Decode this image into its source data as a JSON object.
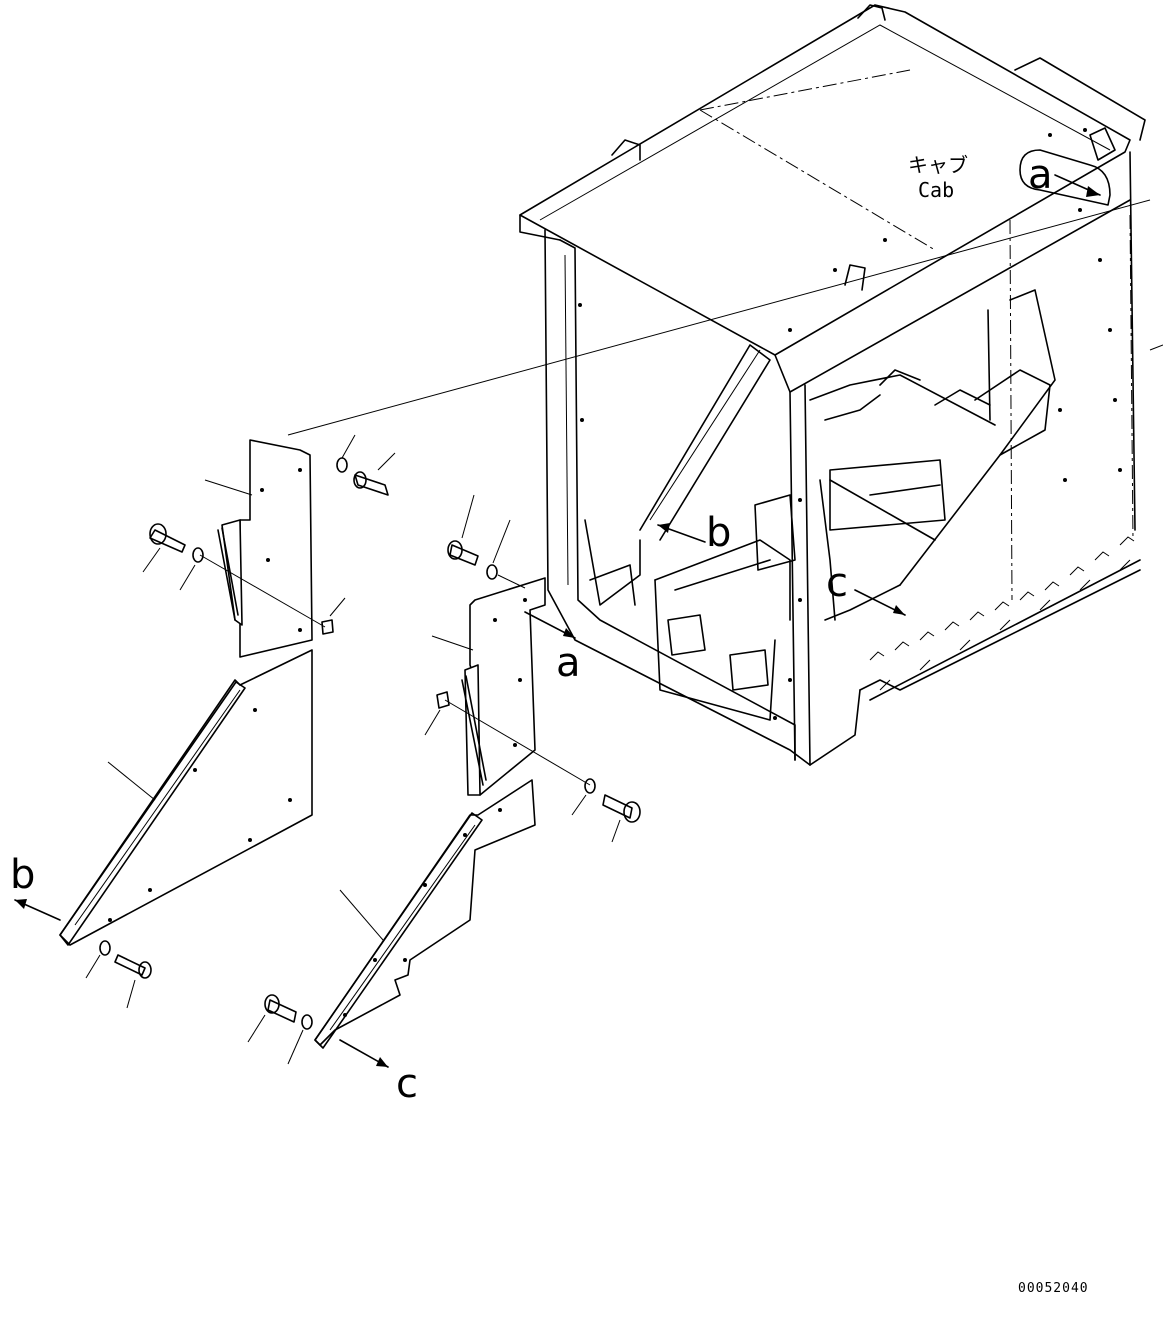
{
  "labels": {
    "cab_jp": "キャブ",
    "cab_en": "Cab",
    "a": "a",
    "b": "b",
    "c": "c"
  },
  "drawing_code": "00052040"
}
